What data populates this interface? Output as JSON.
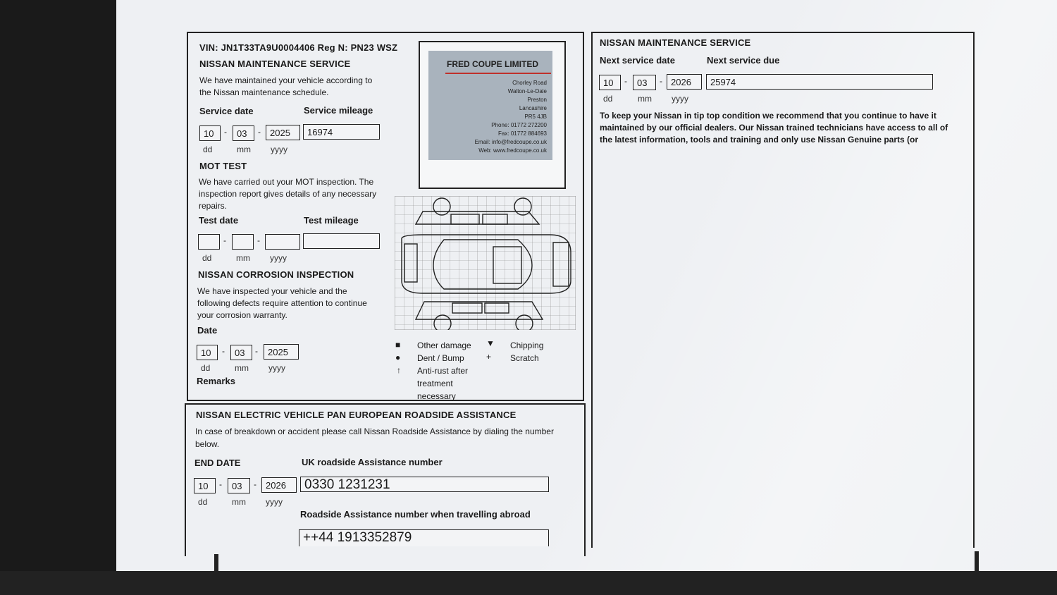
{
  "left_panel": {
    "vin_line": "VIN: JN1T33TA9U0004406 Reg N: PN23 WSZ",
    "service": {
      "title": "NISSAN MAINTENANCE SERVICE",
      "text_1": "We have maintained your vehicle according to",
      "text_2": "the Nissan maintenance schedule.",
      "date_label": "Service date",
      "mileage_label": "Service mileage",
      "dd": "10",
      "mm": "03",
      "yyyy": "2025",
      "mileage": "16974"
    },
    "mot": {
      "title": "MOT TEST",
      "text_1": "We have carried out your MOT inspection. The",
      "text_2": "inspection report gives details of any necessary",
      "text_3": "repairs.",
      "date_label": "Test date",
      "mileage_label": "Test mileage"
    },
    "corrosion": {
      "title": "NISSAN CORROSION INSPECTION",
      "text_1": "We have inspected your vehicle and the",
      "text_2": "following defects require attention to continue",
      "text_3": "your corrosion warranty.",
      "date_label": "Date",
      "dd": "10",
      "mm": "03",
      "yyyy": "2025",
      "remarks_label": "Remarks"
    },
    "units": {
      "dd": "dd",
      "mm": "mm",
      "yyyy": "yyyy"
    },
    "stamp": {
      "name": "FRED COUPE LIMITED",
      "addr_1": "Chorley Road",
      "addr_2": "Walton-Le-Dale",
      "addr_3": "Preston",
      "addr_4": "Lancashire",
      "addr_5": "PR5 4JB",
      "phone": "Phone: 01772 272200",
      "fax": "Fax: 01772 884693",
      "email": "Email: info@fredcoupe.co.uk",
      "web": "Web: www.fredcoupe.co.uk"
    },
    "legend": {
      "other_damage": "Other damage",
      "dent": "Dent / Bump",
      "antirust_1": "Anti-rust after",
      "antirust_2": "treatment",
      "antirust_3": "necessary",
      "chipping": "Chipping",
      "scratch": "Scratch"
    }
  },
  "roadside": {
    "title": "NISSAN ELECTRIC VEHICLE PAN EUROPEAN ROADSIDE ASSISTANCE",
    "text_1": "In case of breakdown or accident please call Nissan Roadside Assistance by dialing the number",
    "text_2": "below.",
    "end_date_label": "END DATE",
    "uk_label": "UK roadside Assistance number",
    "dd": "10",
    "mm": "03",
    "yyyy": "2026",
    "uk_number": "0330 1231231",
    "abroad_label": "Roadside Assistance number when travelling abroad",
    "abroad_number": "++44 1913352879"
  },
  "right_panel": {
    "title": "NISSAN MAINTENANCE SERVICE",
    "next_date_label": "Next service date",
    "next_due_label": "Next service due",
    "dd": "10",
    "mm": "03",
    "yyyy": "2026",
    "due": "25974",
    "text_1": "To keep your Nissan in tip top condition we recommend that you continue to have it",
    "text_2": "maintained by our official dealers. Our Nissan trained technicians have access to all of",
    "text_3": "the latest information, tools and training and only use Nissan Genuine parts (or"
  }
}
